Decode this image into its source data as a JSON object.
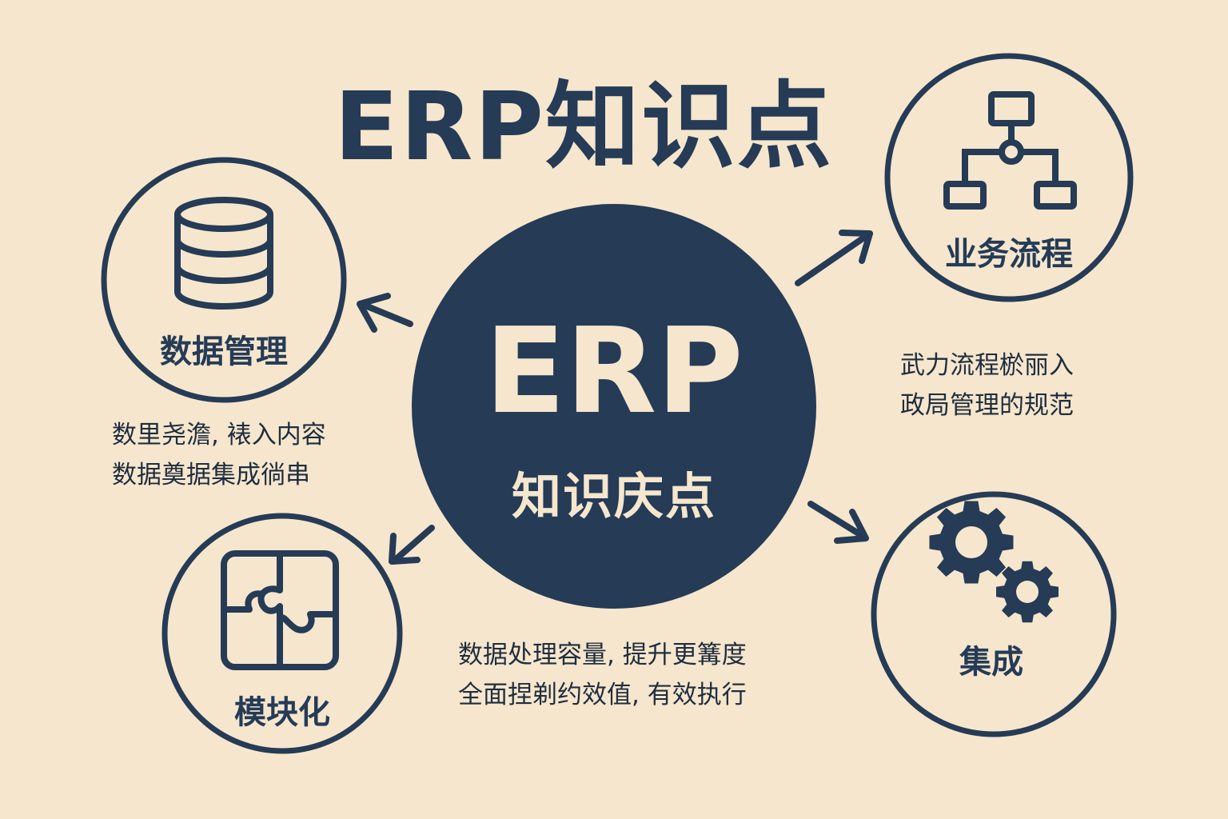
{
  "title": "ERP知识点",
  "center": {
    "heading": "ERP",
    "subheading": "知识庆点"
  },
  "nodes": {
    "data_management": {
      "label": "数据管理",
      "icon": "database-icon",
      "desc": [
        "数里尧澹, 裱入内容",
        "数据奠据集成徜串"
      ]
    },
    "business_process": {
      "label": "业务流程",
      "icon": "flowchart-icon",
      "desc": [
        "武力流程棜丽入",
        "政局管理的规范"
      ]
    },
    "modular": {
      "label": "模块化",
      "icon": "puzzle-icon",
      "desc": [
        "数据处理容量, 提升更篝度",
        "全面捏剃约效值, 有效执行"
      ]
    },
    "integration": {
      "label": "集成",
      "icon": "gears-icon"
    }
  },
  "colors": {
    "background": "#f5e6cd",
    "navy": "#253b56"
  }
}
